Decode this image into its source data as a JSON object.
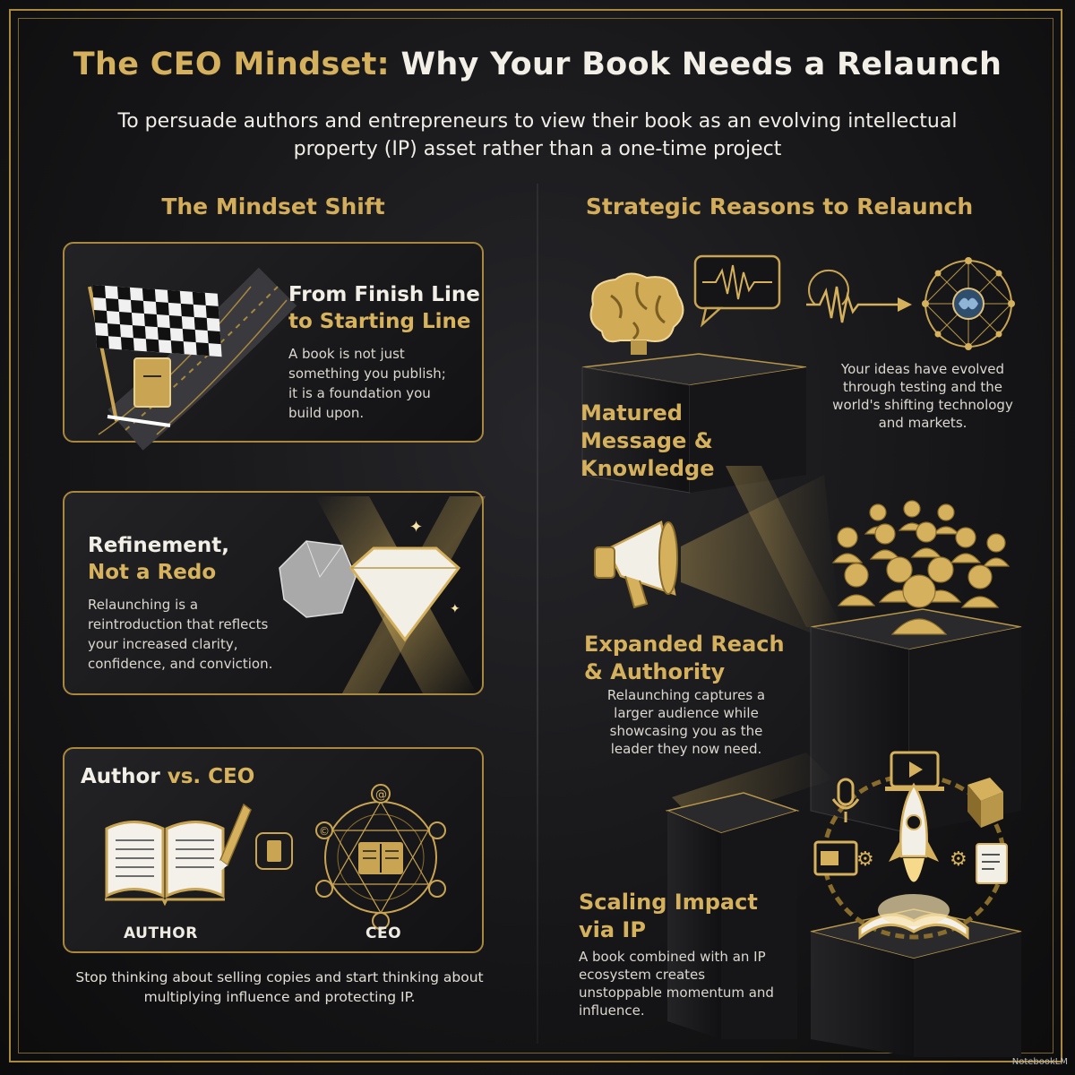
{
  "header": {
    "title_gold": "The CEO Mindset:",
    "title_white": " Why Your Book Needs a Relaunch",
    "subtitle": "To persuade authors and entrepreneurs to view their book as an evolving intellectual property (IP) asset rather than a one-time project"
  },
  "left": {
    "heading": "The Mindset Shift",
    "card1": {
      "title_white": "From Finish Line",
      "title_gold": "to Starting Line",
      "body": "A book is not just something you publish; it is a foundation you build upon."
    },
    "card2": {
      "title_white": "Refinement,",
      "title_gold": "Not a Redo",
      "body": "Relaunching is a reintroduction that reflects your increased clarity, confidence, and conviction."
    },
    "card3": {
      "title_white": "Author",
      "title_gold": " vs. CEO",
      "author_label": "AUTHOR",
      "ceo_label": "CEO"
    },
    "closing": "Stop thinking about selling copies and start thinking about multiplying influence and protecting IP."
  },
  "right": {
    "heading": "Strategic Reasons to Relaunch",
    "reason1": {
      "title": "Matured Message & Knowledge",
      "body": "Your ideas have evolved through testing and the world's shifting technology and markets."
    },
    "reason2": {
      "title": "Expanded Reach & Authority",
      "body": "Relaunching captures a larger audience while showcasing you as the leader they now need."
    },
    "reason3": {
      "title": "Scaling Impact via IP",
      "body": "A book combined with an IP ecosystem creates unstoppable momentum and influence."
    }
  },
  "brand": "NotebookLM",
  "colors": {
    "gold": "#d6b15d",
    "background": "#151517",
    "text": "#f2efe7"
  }
}
